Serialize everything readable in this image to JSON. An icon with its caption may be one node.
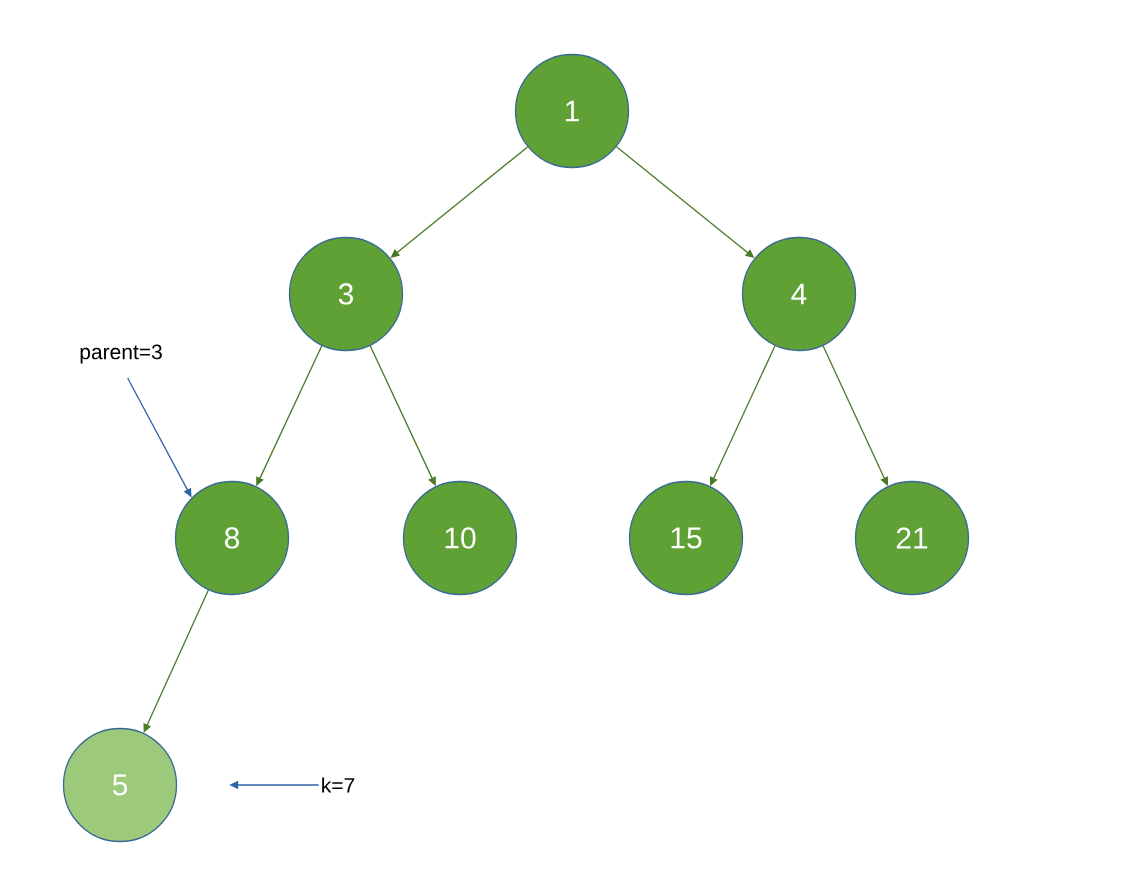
{
  "diagram": {
    "nodes": [
      {
        "text": [
          "1"
        ]
      },
      {
        "text": [
          "3"
        ]
      },
      {
        "text": [
          "4"
        ]
      },
      {
        "text": [
          "8"
        ]
      },
      {
        "text": [
          "10"
        ]
      },
      {
        "text": [
          "15"
        ]
      },
      {
        "text": [
          "21"
        ]
      },
      {
        "text": [
          "5"
        ]
      },
      {
        "text": [
          "parent=3"
        ]
      },
      {
        "text": [
          "k=7"
        ]
      }
    ],
    "edges": [
      {
        "from": 0,
        "to": 1,
        "arrow": "to"
      },
      {
        "from": 0,
        "to": 2,
        "arrow": "to"
      },
      {
        "from": 1,
        "to": 3,
        "arrow": "to"
      },
      {
        "from": 1,
        "to": 4,
        "arrow": "to"
      },
      {
        "from": 2,
        "to": 5,
        "arrow": "to"
      },
      {
        "from": 2,
        "to": 6,
        "arrow": "to"
      },
      {
        "from": 3,
        "to": 7,
        "arrow": "to"
      },
      {
        "from": 8,
        "to": 3,
        "arrow": "to",
        "color": "#2e63a6"
      },
      {
        "from": 9,
        "to": 7,
        "arrow": "to",
        "color": "#2e63a6"
      }
    ]
  }
}
